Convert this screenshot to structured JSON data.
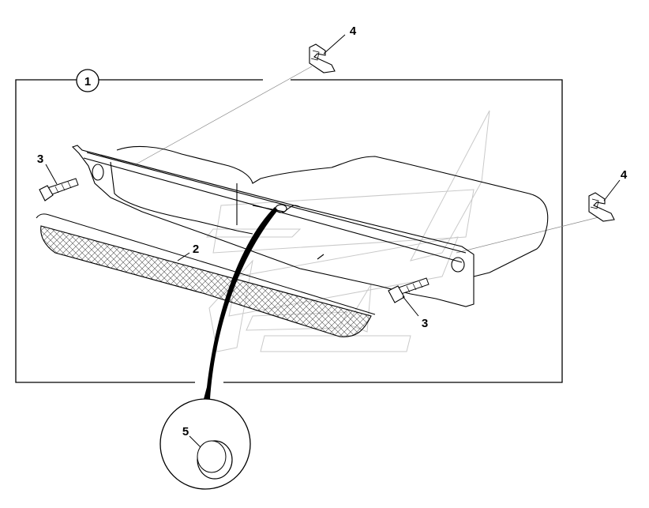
{
  "diagram": {
    "callouts": {
      "c1": "1",
      "c2": "2",
      "c3a": "3",
      "c3b": "3",
      "c4a": "4",
      "c4b": "4",
      "c5": "5"
    }
  }
}
